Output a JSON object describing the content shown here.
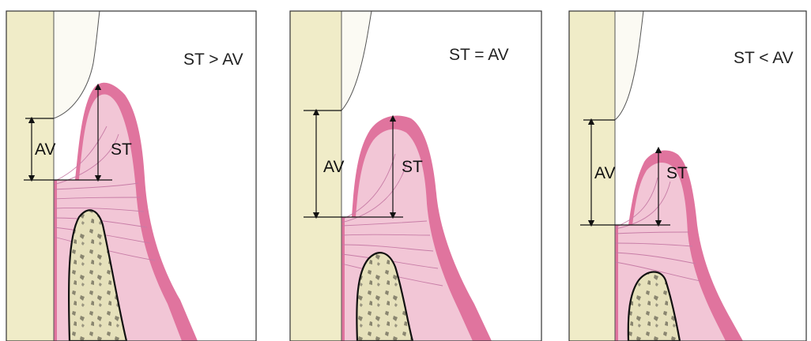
{
  "panels": [
    {
      "title": "ST > AV",
      "av_label": "AV",
      "st_label": "ST"
    },
    {
      "title": "ST = AV",
      "av_label": "AV",
      "st_label": "ST"
    },
    {
      "title": "ST < AV",
      "av_label": "AV",
      "st_label": "ST"
    }
  ],
  "colors": {
    "gingiva_outer": "#e0749e",
    "gingiva_inner": "#f2c6d6",
    "bone": "#e6e1bb",
    "tooth_root": "#f0ecc8",
    "fibers": "#c77ca6",
    "frame": "#333333"
  }
}
